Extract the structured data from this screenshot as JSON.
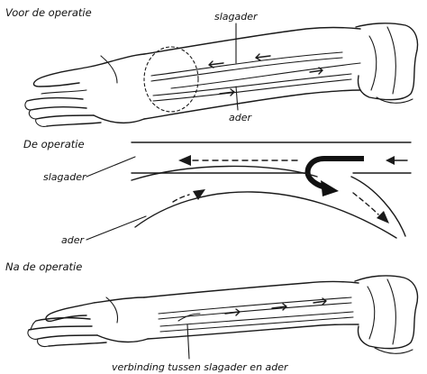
{
  "panel_before": {
    "title": "Voor de operatie",
    "label_artery": "slagader",
    "label_vein": "ader"
  },
  "panel_operation": {
    "title": "De operatie",
    "label_artery": "slagader",
    "label_vein": "ader"
  },
  "panel_after": {
    "title": "Na de operatie",
    "label_connection": "verbinding tussen slagader en ader"
  },
  "colors": {
    "ink": "#1a1a1a",
    "background": "#ffffff"
  }
}
